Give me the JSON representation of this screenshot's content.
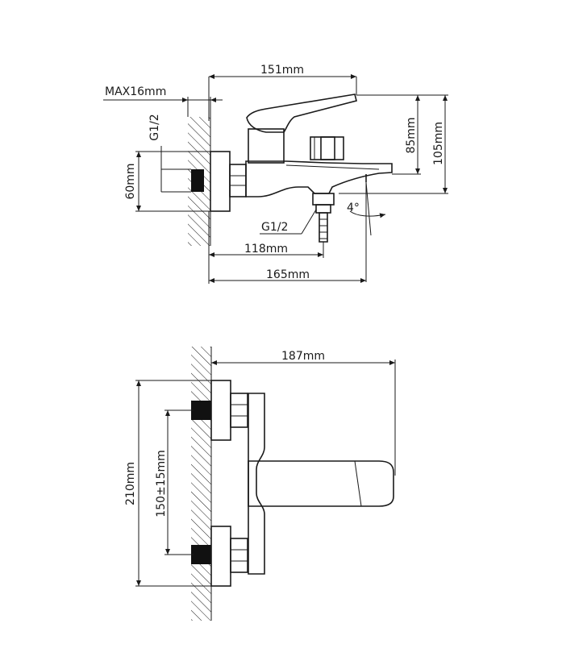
{
  "side_view": {
    "dim_151": "151mm",
    "dim_max16": "MAX16mm",
    "dim_g12_top": "G1/2",
    "dim_60": "60mm",
    "dim_85": "85mm",
    "dim_105": "105mm",
    "dim_g12_bottom": "G1/2",
    "dim_angle": "4°",
    "dim_118": "118mm",
    "dim_165": "165mm"
  },
  "top_view": {
    "dim_187": "187mm",
    "dim_210": "210mm",
    "dim_150": "150±15mm"
  }
}
